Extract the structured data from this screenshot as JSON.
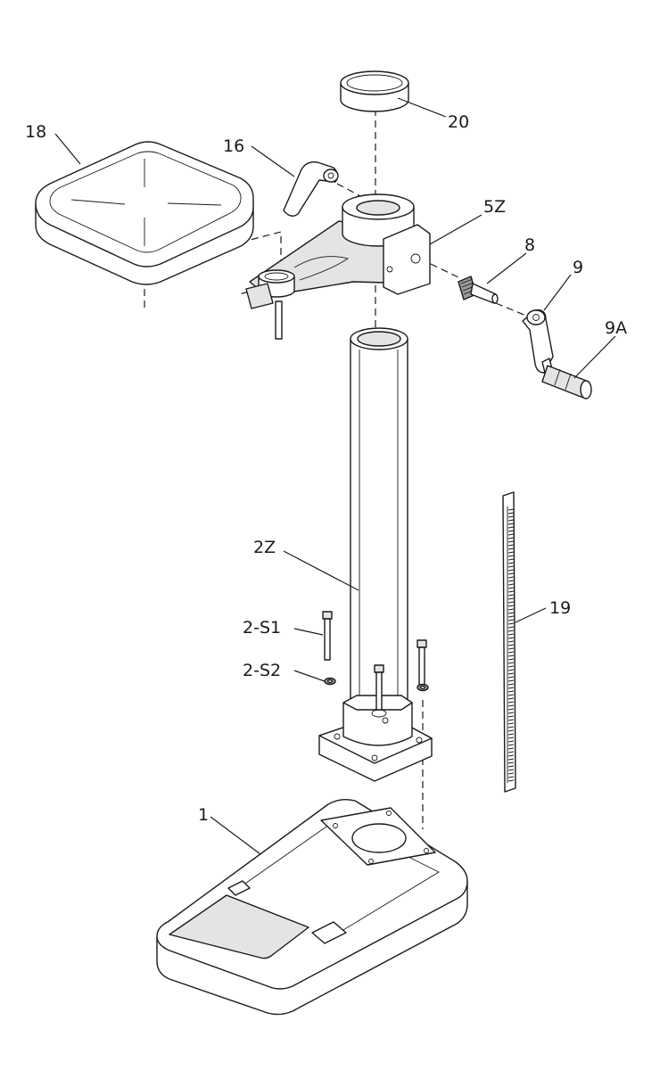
{
  "labels": {
    "p18": "18",
    "p16": "16",
    "p20": "20",
    "p5z": "5Z",
    "p8": "8",
    "p9": "9",
    "p9a": "9A",
    "p2z": "2Z",
    "p19": "19",
    "p2s1": "2-S1",
    "p2s2": "2-S2",
    "p1": "1"
  }
}
